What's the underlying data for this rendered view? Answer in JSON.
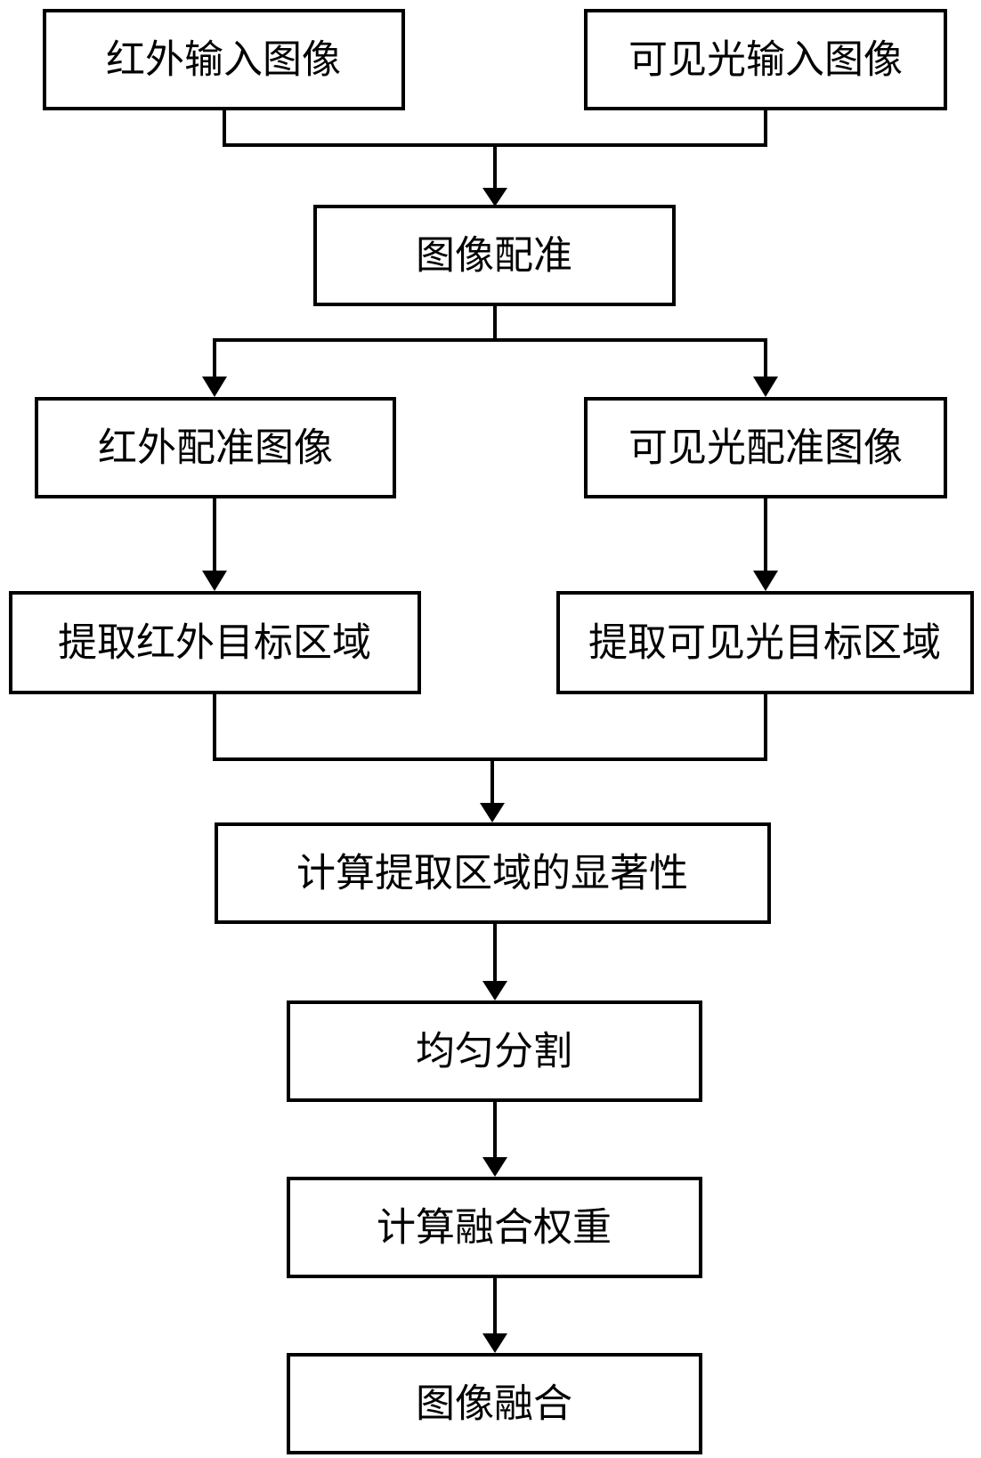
{
  "diagram": {
    "nodes": {
      "ir_input": "红外输入图像",
      "vis_input": "可见光输入图像",
      "registration": "图像配准",
      "ir_registered": "红外配准图像",
      "vis_registered": "可见光配准图像",
      "ir_extract": "提取红外目标区域",
      "vis_extract": "提取可见光目标区域",
      "saliency": "计算提取区域的显著性",
      "split": "均匀分割",
      "weights": "计算融合权重",
      "fusion": "图像融合"
    }
  }
}
